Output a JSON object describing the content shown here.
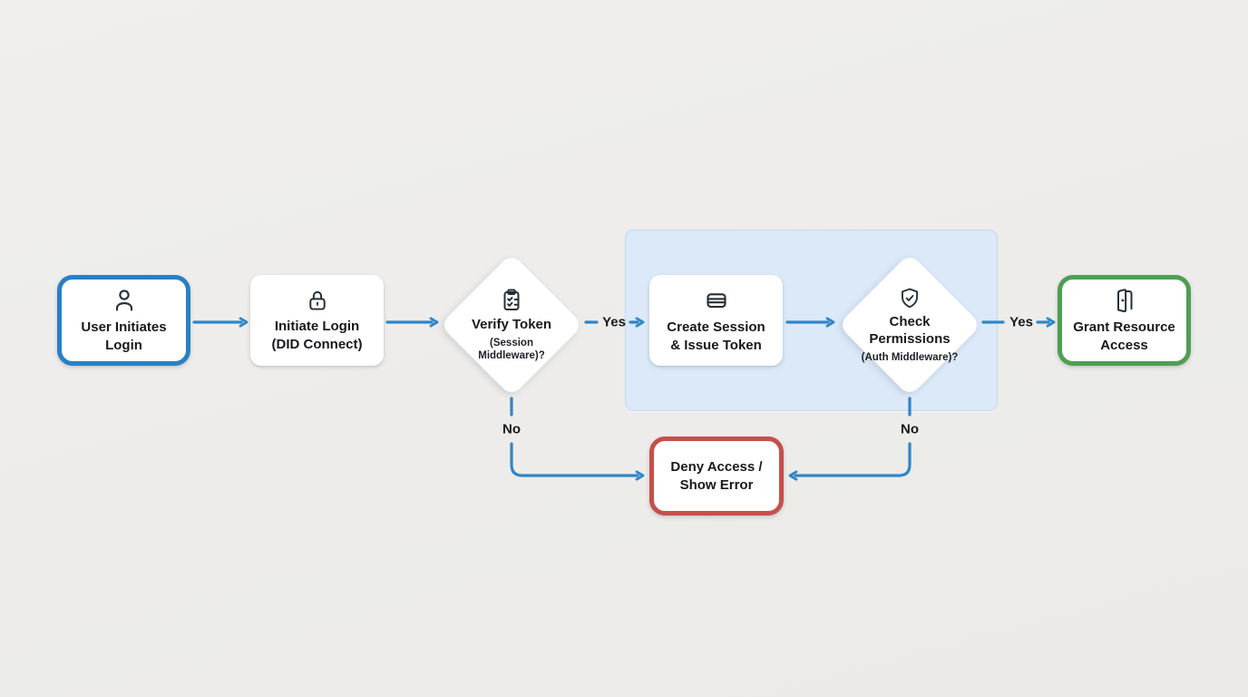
{
  "nodes": {
    "user": {
      "label": "User Initiates Login",
      "icon": "person-icon",
      "type": "start"
    },
    "initiate": {
      "label": "Initiate Login (DID Connect)",
      "icon": "lock-icon",
      "type": "process"
    },
    "verify": {
      "label": "Verify Token",
      "sublabel": "(Session Middleware)?",
      "icon": "checklist-clipboard-icon",
      "type": "decision"
    },
    "create": {
      "label": "Create Session & Issue Token",
      "icon": "credit-card-icon",
      "type": "process"
    },
    "check": {
      "label": "Check Permissions",
      "sublabel": "(Auth Middleware)?",
      "icon": "shield-check-icon",
      "type": "decision"
    },
    "grant": {
      "label": "Grant Resource Access",
      "icon": "open-door-icon",
      "type": "success"
    },
    "deny": {
      "label": "Deny Access / Show Error",
      "type": "error"
    }
  },
  "edge_labels": {
    "verify_yes": "Yes",
    "check_yes": "Yes",
    "verify_no": "No",
    "check_no": "No"
  },
  "colors": {
    "connector": "#2f86c8",
    "start_border": "#2980c4",
    "success_border": "#4f9e53",
    "error_border": "#c64f4b",
    "region_fill": "#dbe9f8",
    "region_border": "#c3d7ea",
    "background": "#efeeec",
    "text": "#17191c",
    "icon_stroke": "#262f36"
  }
}
